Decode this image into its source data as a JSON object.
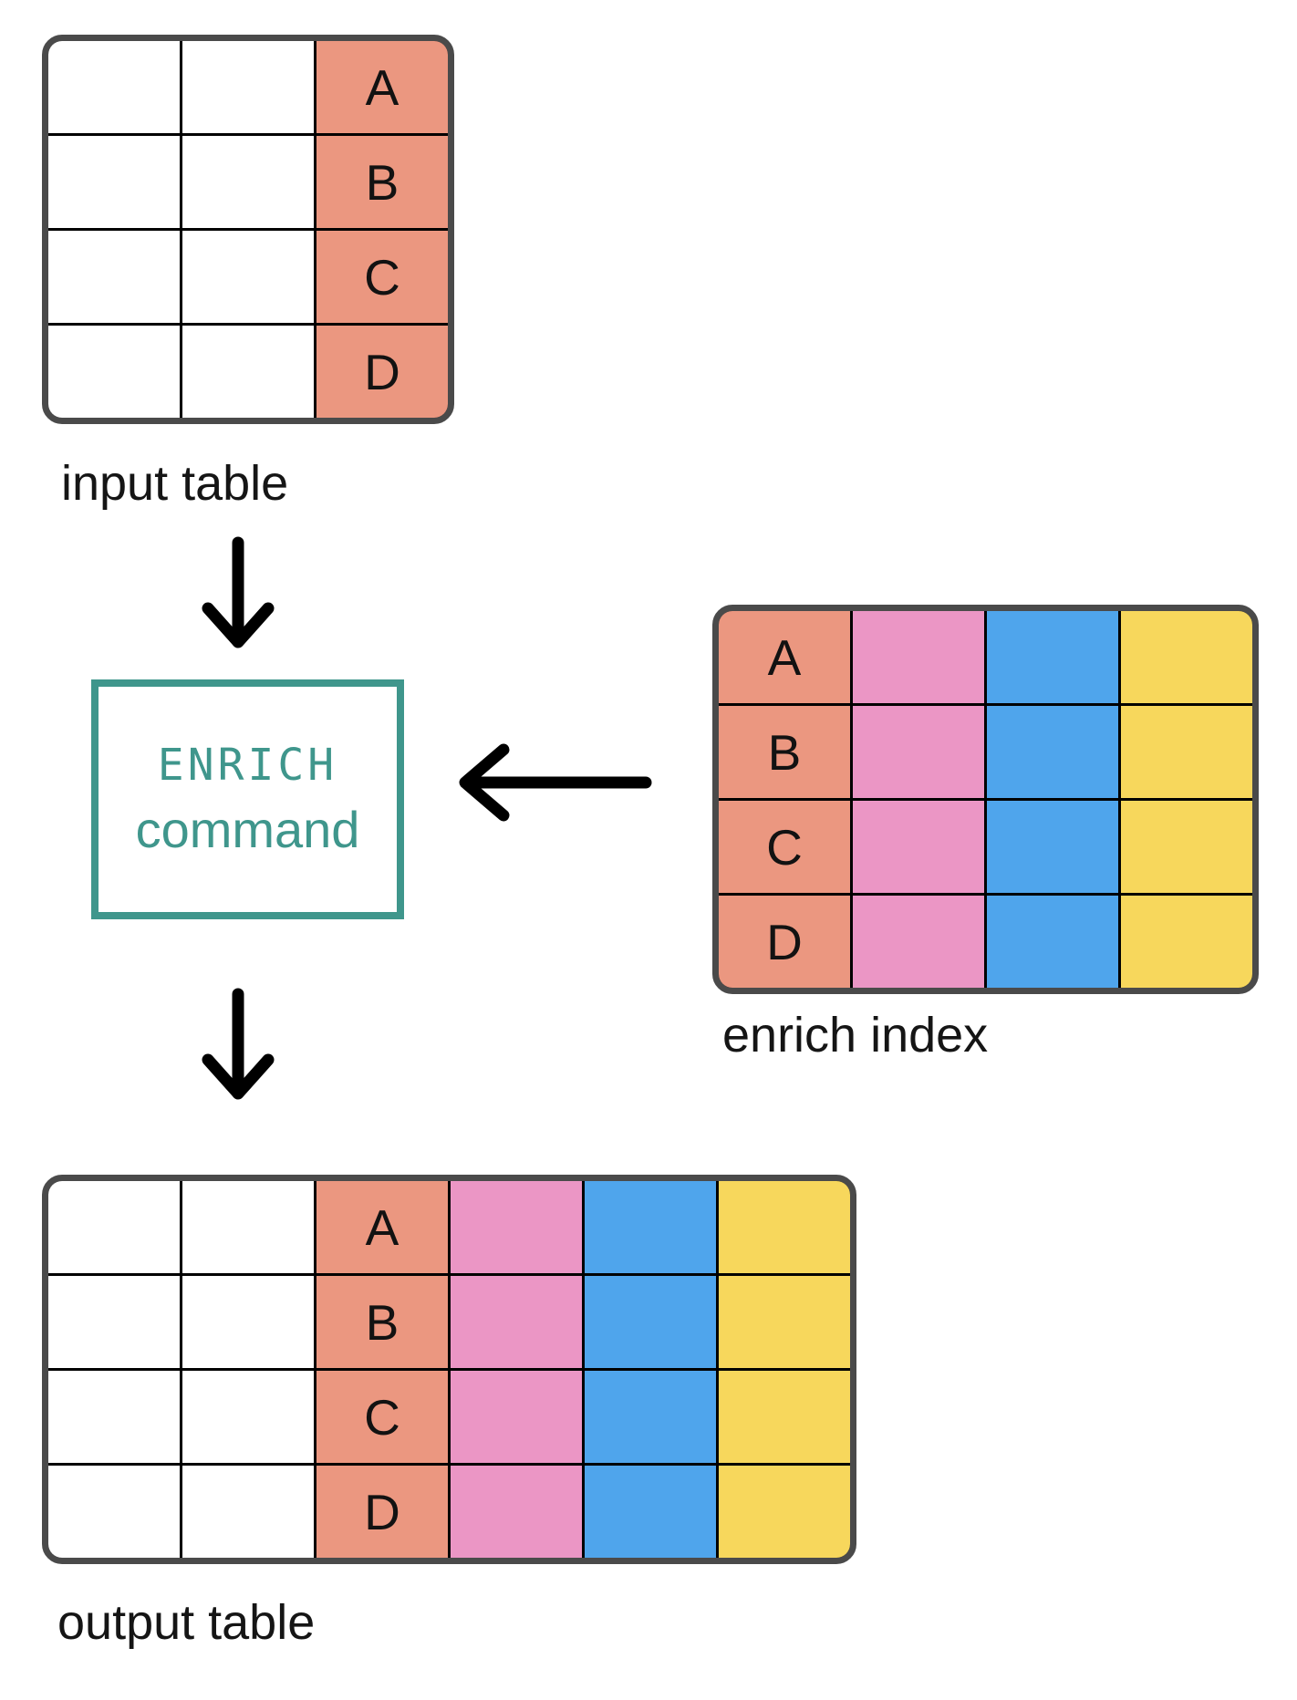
{
  "labels": {
    "input_table": "input table",
    "enrich_index": "enrich index",
    "output_table": "output table"
  },
  "command_box": {
    "line1": "ENRICH",
    "line2": "command"
  },
  "row_letters": [
    "A",
    "B",
    "C",
    "D"
  ],
  "colors": {
    "salmon": "#EB9780",
    "pink": "#EB96C5",
    "blue": "#4FA5EC",
    "yellow": "#F7D75C",
    "teal": "#3F968C",
    "border_dark": "#4A4A4A",
    "grid_line": "#000000",
    "cell_white": "#FFFFFF",
    "arrow_black": "#000000"
  },
  "tables": {
    "input": {
      "name": "input table",
      "rows": 4,
      "columns": [
        {
          "fill": "cell_white",
          "letters": false
        },
        {
          "fill": "cell_white",
          "letters": false
        },
        {
          "fill": "salmon",
          "letters": true
        }
      ]
    },
    "enrich_index": {
      "name": "enrich index",
      "rows": 4,
      "columns": [
        {
          "fill": "salmon",
          "letters": true
        },
        {
          "fill": "pink",
          "letters": false
        },
        {
          "fill": "blue",
          "letters": false
        },
        {
          "fill": "yellow",
          "letters": false
        }
      ]
    },
    "output": {
      "name": "output table",
      "rows": 4,
      "columns": [
        {
          "fill": "cell_white",
          "letters": false
        },
        {
          "fill": "cell_white",
          "letters": false
        },
        {
          "fill": "salmon",
          "letters": true
        },
        {
          "fill": "pink",
          "letters": false
        },
        {
          "fill": "blue",
          "letters": false
        },
        {
          "fill": "yellow",
          "letters": false
        }
      ]
    }
  }
}
